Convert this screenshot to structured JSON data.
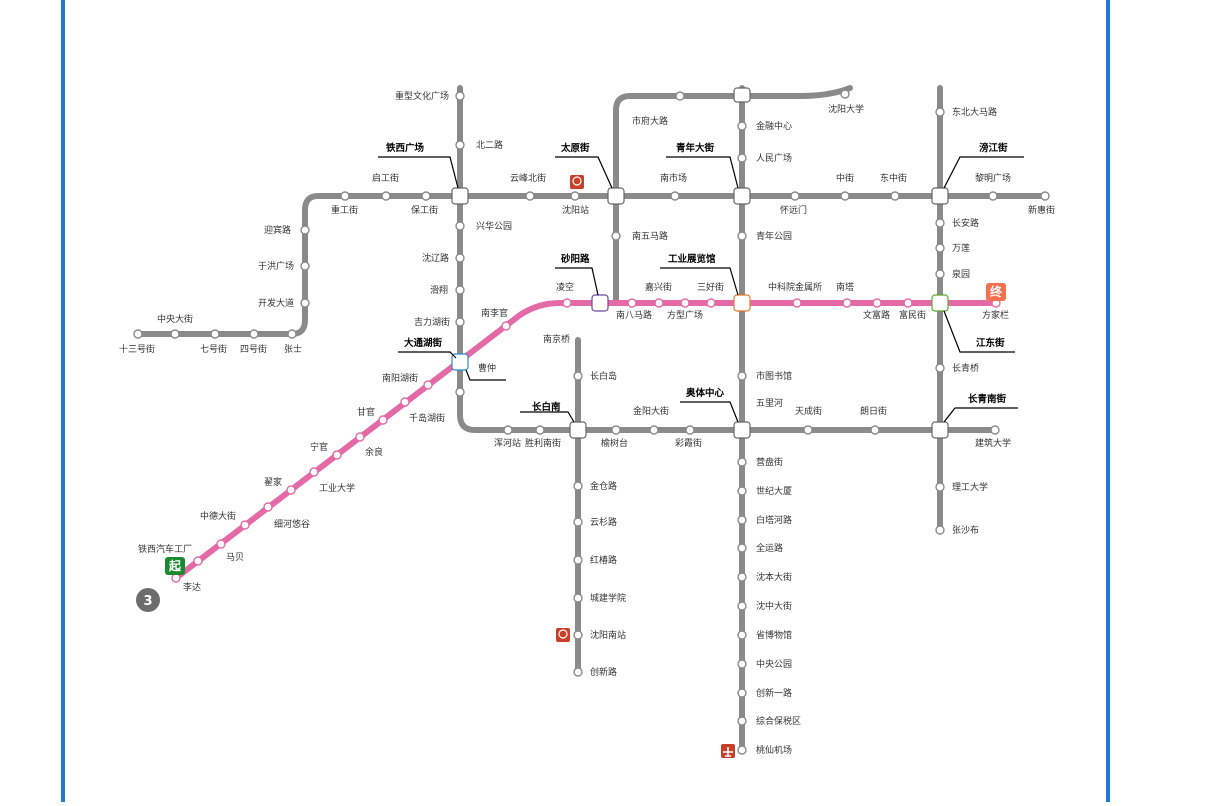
{
  "line": {
    "number": "3",
    "start_label": "起",
    "end_label": "终"
  },
  "interchanges": [
    "铁西广场",
    "太原街",
    "青年大街",
    "滂江街",
    "砂阳路",
    "工业展览馆",
    "江东街",
    "大通湖街",
    "长白南",
    "奥体中心",
    "长青南街"
  ],
  "stations": {
    "line3": [
      "李达",
      "马贝",
      "铁西汽车工厂",
      "中德大街",
      "细河悠谷",
      "翟家",
      "工业大学",
      "余良",
      "宁官",
      "甘官",
      "千岛湖街",
      "南阳湖街",
      "大通湖街",
      "南李官",
      "凌空",
      "砂阳路",
      "南八马路",
      "嘉兴街",
      "方型广场",
      "三好街",
      "工业展览馆",
      "中科院金属所",
      "文富路",
      "南塔",
      "富民街",
      "江东街",
      "方家栏"
    ],
    "line1": [
      "十三号街",
      "中央大街",
      "七号街",
      "四号街",
      "张士",
      "开发大道",
      "于洪广场",
      "迎宾路",
      "重工街",
      "启工街",
      "保工街",
      "铁西广场",
      "云峰北街",
      "沈阳站",
      "太原街",
      "南市场",
      "青年大街",
      "怀远门",
      "中街",
      "东中街",
      "滂江街",
      "黎明广场",
      "新惠街"
    ],
    "line2": [
      "重型文化广场",
      "北二路",
      "兴华公园",
      "沈辽路",
      "滑翔",
      "吉力湖街",
      "大通湖街",
      "曹仲"
    ],
    "line_south": [
      "浑河站",
      "胜利南街",
      "长白南",
      "榆树台",
      "金阳大街",
      "彩霞街",
      "奥体中心",
      "天成街",
      "朗日街",
      "长青南街",
      "建筑大学"
    ],
    "line_east_n": [
      "东北大马路",
      "滂江街",
      "长安路",
      "万莲",
      "泉园",
      "江东街",
      "长青桥",
      "长青南街",
      "理工大学",
      "张沙布"
    ],
    "line_tr": [
      "市府大路",
      "南五马路",
      "金融中心",
      "人民广场",
      "青年大街",
      "青年公园",
      "市图书馆",
      "五里河",
      "沈阳大学"
    ],
    "line_s1": [
      "南京桥",
      "长白岛",
      "金仓路",
      "云杉路",
      "红椿路",
      "城建学院",
      "沈阳南站",
      "创新路"
    ],
    "line_s2": [
      "营盘街",
      "世纪大厦",
      "白塔河路",
      "全运路",
      "沈本大街",
      "沈中大街",
      "省博物馆",
      "中央公园",
      "创新一路",
      "综合保税区",
      "桃仙机场"
    ]
  },
  "icons": [
    "rail-station-icon",
    "airport-icon",
    "start-terminal-icon",
    "end-terminal-icon",
    "line-number-badge"
  ],
  "colors": {
    "line3": "#e36aa6",
    "other_lines": "#8a8a8a",
    "frame": "#1e7ad6",
    "start": "#1a8a2e",
    "end": "#f07050",
    "badge": "#6d6d6d",
    "rail_icon": "#c8402a"
  }
}
